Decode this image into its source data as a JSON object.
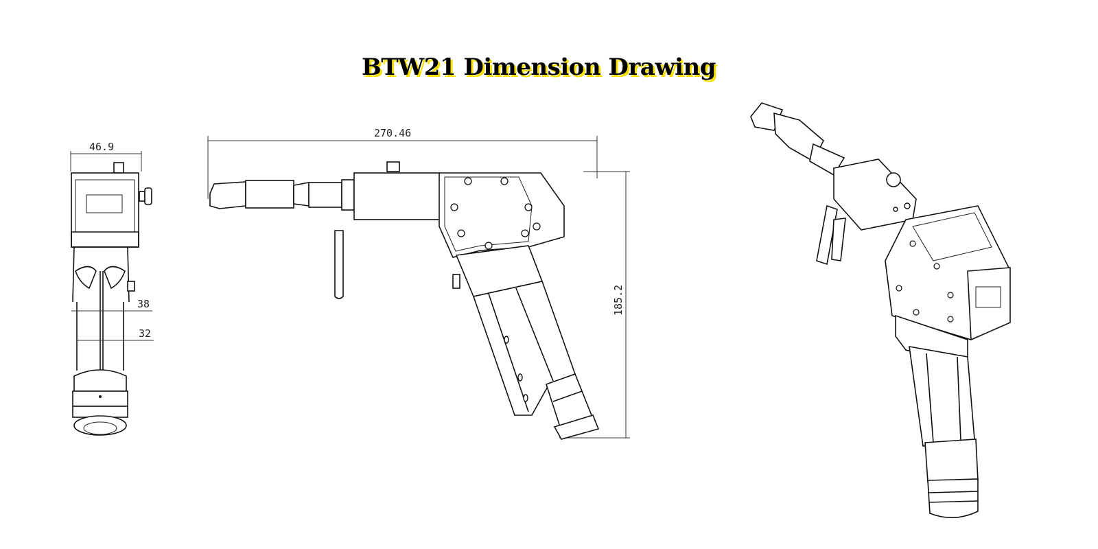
{
  "title": "BTW21 Dimension Drawing",
  "title_colors": {
    "text": "#000000",
    "shadow": "#f5e000"
  },
  "front_view": {
    "width_label": "46.9",
    "dim_a_label": "38",
    "dim_b_label": "32"
  },
  "side_view": {
    "length_label": "270.46",
    "height_label": "185.2"
  }
}
